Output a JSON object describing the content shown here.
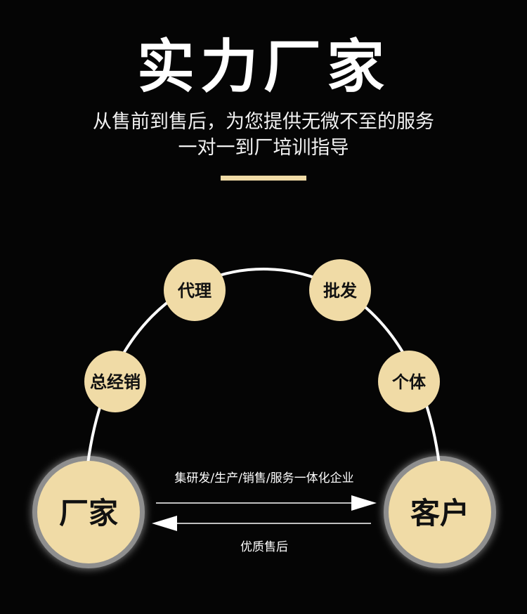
{
  "header": {
    "title": "实力厂家",
    "subtitle_line1": "从售前到售后，为您提供无微不至的服务",
    "subtitle_line2": "一对一到厂培训指导"
  },
  "nodes": {
    "manufacturer": "厂家",
    "customer": "客户",
    "distributor": "总经销",
    "agent": "代理",
    "wholesale": "批发",
    "individual": "个体"
  },
  "flows": {
    "forward_label": "集研发/生产/销售/服务一体化企业",
    "backward_label": "优质售后"
  },
  "colors": {
    "background": "#050505",
    "node_fill": "#f0dba6",
    "accent": "#f0dba6",
    "text": "#ffffff",
    "node_text": "#111111"
  }
}
